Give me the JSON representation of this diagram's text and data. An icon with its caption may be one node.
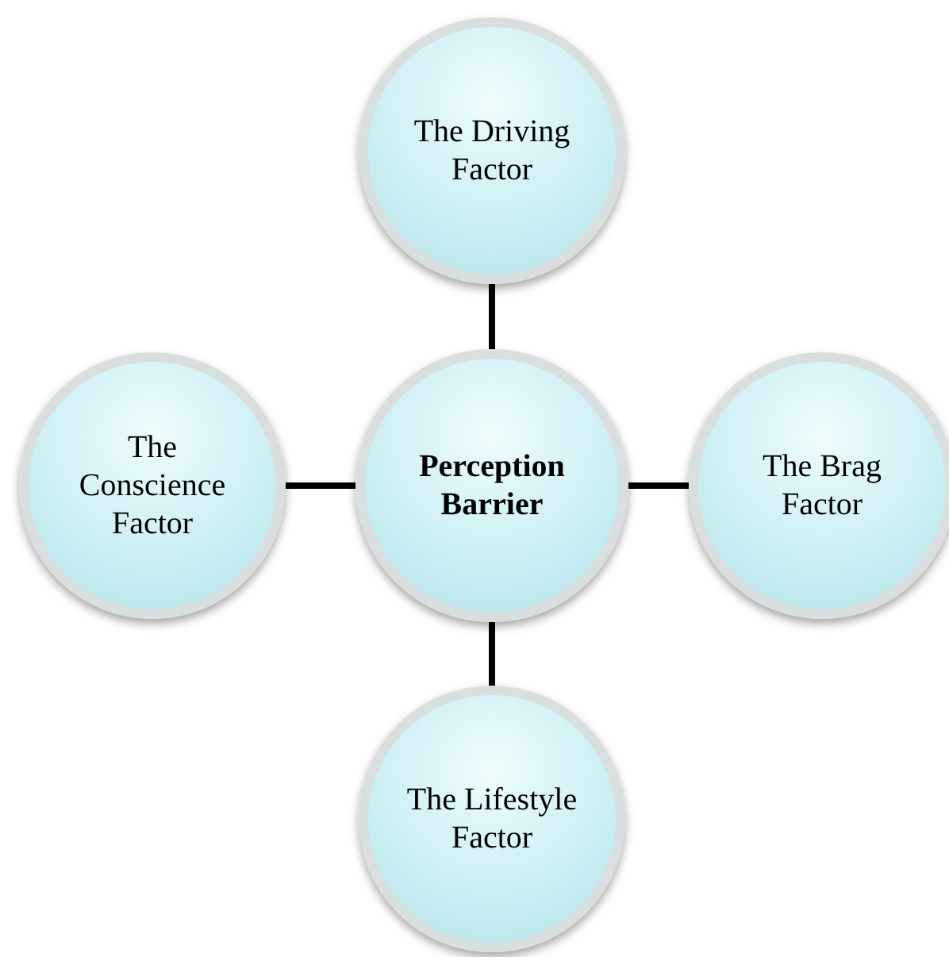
{
  "diagram": {
    "nodes": [
      {
        "text": [
          "The Driving Factor"
        ]
      },
      {
        "text": [
          "The Conscience Factor"
        ]
      },
      {
        "text": [
          "Perception Barrier"
        ]
      },
      {
        "text": [
          "The Brag Factor"
        ]
      },
      {
        "text": [
          "The Lifestyle Factor"
        ]
      }
    ],
    "edges": [
      {
        "from": 2,
        "to": 0,
        "arrow": "none"
      },
      {
        "from": 2,
        "to": 1,
        "arrow": "none"
      },
      {
        "from": 2,
        "to": 3,
        "arrow": "none"
      },
      {
        "from": 2,
        "to": 4,
        "arrow": "none"
      }
    ]
  }
}
